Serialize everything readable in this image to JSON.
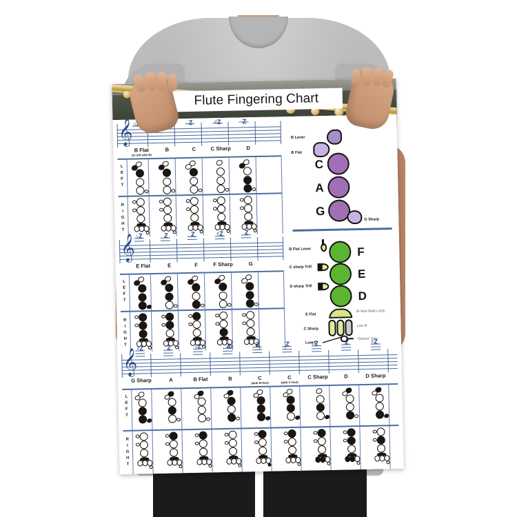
{
  "page": {
    "background": "#ffffff",
    "scene": "person-holding-poster"
  },
  "poster": {
    "title": "Flute Fingering Chart",
    "header_photo_alt": "gold-flute-on-dark-green-cloth",
    "colors": {
      "staff_blue": "#44679a",
      "rule_blue": "#4a6d9e",
      "left_hand_key": "#a06fb4",
      "left_hand_pebble": "#c5b3e2",
      "right_hand_key": "#5cb530",
      "right_hand_pale": "#dde58a",
      "low_b_gray": "#cdcdcd",
      "hole_outline": "#15120f"
    },
    "side_labels": {
      "left": "LEFT",
      "right": "RIGHT"
    },
    "sections": [
      {
        "id": "section-1",
        "notes": [
          {
            "name": "B Flat",
            "sub": "(to trill with B)"
          },
          {
            "name": "B",
            "sub": ""
          },
          {
            "name": "C",
            "sub": ""
          },
          {
            "name": "C Sharp",
            "sub": ""
          },
          {
            "name": "D",
            "sub": ""
          }
        ]
      },
      {
        "id": "section-2",
        "notes": [
          {
            "name": "E Flat",
            "sub": ""
          },
          {
            "name": "E",
            "sub": ""
          },
          {
            "name": "F",
            "sub": ""
          },
          {
            "name": "F Sharp",
            "sub": ""
          },
          {
            "name": "G",
            "sub": ""
          }
        ]
      },
      {
        "id": "section-3",
        "notes": [
          {
            "name": "G Sharp",
            "sub": ""
          },
          {
            "name": "A",
            "sub": ""
          },
          {
            "name": "B Flat",
            "sub": ""
          },
          {
            "name": "B",
            "sub": ""
          },
          {
            "name": "C",
            "sub": "(with B-foot)"
          },
          {
            "name": "C",
            "sub": "(with C-foot)"
          },
          {
            "name": "C Sharp",
            "sub": ""
          },
          {
            "name": "D",
            "sub": ""
          },
          {
            "name": "D Sharp",
            "sub": ""
          }
        ]
      }
    ],
    "left_hand_diagram": {
      "title_keys": [
        "C",
        "A",
        "G"
      ],
      "labels": [
        {
          "text": "B Lever"
        },
        {
          "text": "B Flat"
        },
        {
          "text": "G Sharp"
        }
      ]
    },
    "right_hand_diagram": {
      "title_keys": [
        "F",
        "E",
        "D"
      ],
      "labels": [
        {
          "text": "B Flat Lever"
        },
        {
          "text": "C sharp Trill"
        },
        {
          "text": "D sharp Trill"
        },
        {
          "text": "E Flat"
        },
        {
          "text": "C Sharp"
        },
        {
          "text": "Low C"
        }
      ],
      "annotations": [
        {
          "text": "B–foot flutes only"
        },
        {
          "text": "Low B"
        },
        {
          "text": "“Gizmo”  Key"
        }
      ]
    }
  }
}
